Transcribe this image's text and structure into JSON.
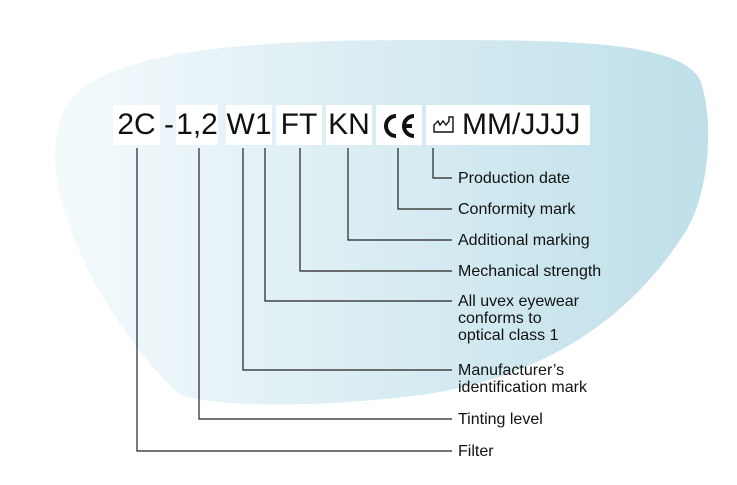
{
  "colors": {
    "lens_light": "#f4fafc",
    "lens_dark": "#bfdfe9",
    "line": "#222222"
  },
  "codes": {
    "filter": "2C",
    "separator": "-",
    "tint": "1,2",
    "manufacturer_class": "W1",
    "strength": "FT",
    "additional": "KN",
    "ce_icon": "ce-mark-icon",
    "factory_icon": "factory-icon",
    "date": "MM/JJJJ"
  },
  "labels": {
    "production_date": "Production date",
    "conformity_mark": "Conformity mark",
    "additional_marking": "Additional marking",
    "mechanical_strength": "Mechanical strength",
    "optical_class": [
      "All uvex eyewear",
      "conforms to",
      "optical class 1"
    ],
    "manufacturer_mark": [
      "Manufacturer’s",
      "identification mark"
    ],
    "tinting_level": "Tinting level",
    "filter": "Filter"
  }
}
